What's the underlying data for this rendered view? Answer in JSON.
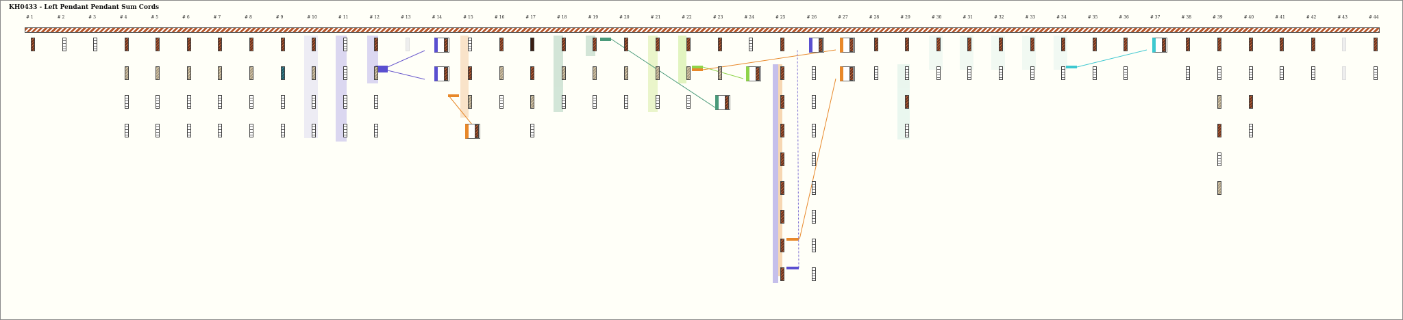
{
  "title": "KH0433 - Left Pendant Pendant Sum Cords",
  "colors": {
    "brown": "#6b3320",
    "tan": "#c8b89a",
    "white": "#ffffff",
    "teal": "#1e5a66",
    "purple": "#6a5acd",
    "orange": "#e8882a",
    "green": "#8fd44a",
    "seagreen": "#4a9a7a",
    "cyan": "#3ec8d0"
  },
  "columns": [
    {
      "label": "# 1",
      "cords": [
        "brown"
      ]
    },
    {
      "label": "# 2",
      "cords": [
        "white"
      ]
    },
    {
      "label": "# 3",
      "cords": [
        "white"
      ]
    },
    {
      "label": "# 4",
      "cords": [
        "brown",
        "tan",
        "white",
        "white"
      ]
    },
    {
      "label": "# 5",
      "cords": [
        "brown",
        "tan",
        "white",
        "white"
      ]
    },
    {
      "label": "# 6",
      "cords": [
        "brown",
        "tan",
        "white",
        "white"
      ]
    },
    {
      "label": "# 7",
      "cords": [
        "brown",
        "tan",
        "white",
        "white"
      ]
    },
    {
      "label": "# 8",
      "cords": [
        "brown",
        "tan",
        "white",
        "white"
      ]
    },
    {
      "label": "# 9",
      "cords": [
        "brown",
        "teal",
        "white",
        "white"
      ]
    },
    {
      "label": "# 10",
      "cords": [
        "brown",
        "tan",
        "white",
        "white"
      ]
    },
    {
      "label": "# 11",
      "cords": [
        "white",
        "white",
        "white",
        "white"
      ]
    },
    {
      "label": "# 12",
      "cords": [
        "brown",
        "tan",
        "white",
        "white"
      ]
    },
    {
      "label": "# 13",
      "cords": [
        "faint"
      ]
    },
    {
      "label": "# 14",
      "cords": [
        "sum",
        "sum"
      ]
    },
    {
      "label": "# 15",
      "cords": [
        "white",
        "brown",
        "tan",
        "sum"
      ]
    },
    {
      "label": "# 16",
      "cords": [
        "brown",
        "tan",
        "white"
      ]
    },
    {
      "label": "# 17",
      "cords": [
        "dark",
        "brown",
        "tan",
        "white"
      ]
    },
    {
      "label": "# 18",
      "cords": [
        "brown",
        "tan",
        "white"
      ]
    },
    {
      "label": "# 19",
      "cords": [
        "brown",
        "tan",
        "white"
      ]
    },
    {
      "label": "# 20",
      "cords": [
        "brown",
        "tan",
        "white"
      ]
    },
    {
      "label": "# 21",
      "cords": [
        "brown",
        "tan",
        "white"
      ]
    },
    {
      "label": "# 22",
      "cords": [
        "brown",
        "tan",
        "white"
      ]
    },
    {
      "label": "# 23",
      "cords": [
        "brown",
        "tan",
        "sum"
      ]
    },
    {
      "label": "# 24",
      "cords": [
        "white",
        "sum"
      ]
    },
    {
      "label": "# 25",
      "cords": [
        "brown",
        "brown",
        "brown",
        "brown",
        "brown",
        "brown",
        "brown",
        "brown",
        "brown"
      ]
    },
    {
      "label": "# 26",
      "cords": [
        "sum",
        "white",
        "white",
        "white",
        "white",
        "white",
        "white",
        "white",
        "white"
      ]
    },
    {
      "label": "# 27",
      "cords": [
        "sum",
        "sum"
      ]
    },
    {
      "label": "# 28",
      "cords": [
        "brown",
        "white"
      ]
    },
    {
      "label": "# 29",
      "cords": [
        "brown",
        "white",
        "brown",
        "white"
      ]
    },
    {
      "label": "# 30",
      "cords": [
        "brown",
        "white"
      ]
    },
    {
      "label": "# 31",
      "cords": [
        "brown",
        "white"
      ]
    },
    {
      "label": "# 32",
      "cords": [
        "brown",
        "white"
      ]
    },
    {
      "label": "# 33",
      "cords": [
        "brown",
        "white"
      ]
    },
    {
      "label": "# 34",
      "cords": [
        "brown",
        "white"
      ]
    },
    {
      "label": "# 35",
      "cords": [
        "brown",
        "white"
      ]
    },
    {
      "label": "# 36",
      "cords": [
        "brown",
        "white"
      ]
    },
    {
      "label": "# 37",
      "cords": [
        "sum"
      ]
    },
    {
      "label": "# 38",
      "cords": [
        "brown",
        "white"
      ]
    },
    {
      "label": "# 39",
      "cords": [
        "brown",
        "white",
        "tan",
        "brown",
        "white",
        "tan"
      ]
    },
    {
      "label": "# 40",
      "cords": [
        "brown",
        "white",
        "brown",
        "white"
      ]
    },
    {
      "label": "# 41",
      "cords": [
        "brown",
        "white"
      ]
    },
    {
      "label": "# 42",
      "cords": [
        "brown",
        "white"
      ]
    },
    {
      "label": "# 43",
      "cords": [
        "faint",
        "faint"
      ]
    },
    {
      "label": "# 44",
      "cords": [
        "brown",
        "white"
      ]
    }
  ]
}
